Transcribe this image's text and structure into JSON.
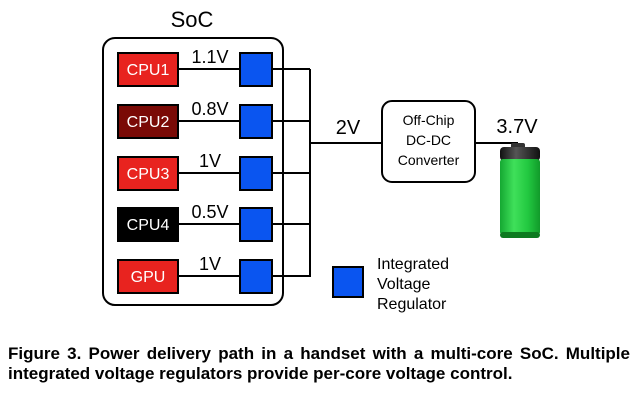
{
  "soc": {
    "title": "SoC"
  },
  "cores": [
    {
      "label": "CPU1",
      "voltage": "1.1V",
      "color": "#e8231f"
    },
    {
      "label": "CPU2",
      "voltage": "0.8V",
      "color": "#7a0a06"
    },
    {
      "label": "CPU3",
      "voltage": "1V",
      "color": "#e8231f"
    },
    {
      "label": "CPU4",
      "voltage": "0.5V",
      "color": "#000000"
    },
    {
      "label": "GPU",
      "voltage": "1V",
      "color": "#e8231f"
    }
  ],
  "regulator_color": "#0a55f0",
  "bus_voltage": "2V",
  "converter": {
    "lines": [
      "Off-Chip",
      "DC-DC",
      "Converter"
    ]
  },
  "battery": {
    "voltage": "3.7V",
    "color": "#22cc44"
  },
  "legend": {
    "lines": [
      "Integrated",
      "Voltage",
      "Regulator"
    ]
  },
  "caption": "Figure 3. Power delivery path in a handset with a multi-core SoC. Multiple integrated voltage regulators provide per-core voltage control."
}
